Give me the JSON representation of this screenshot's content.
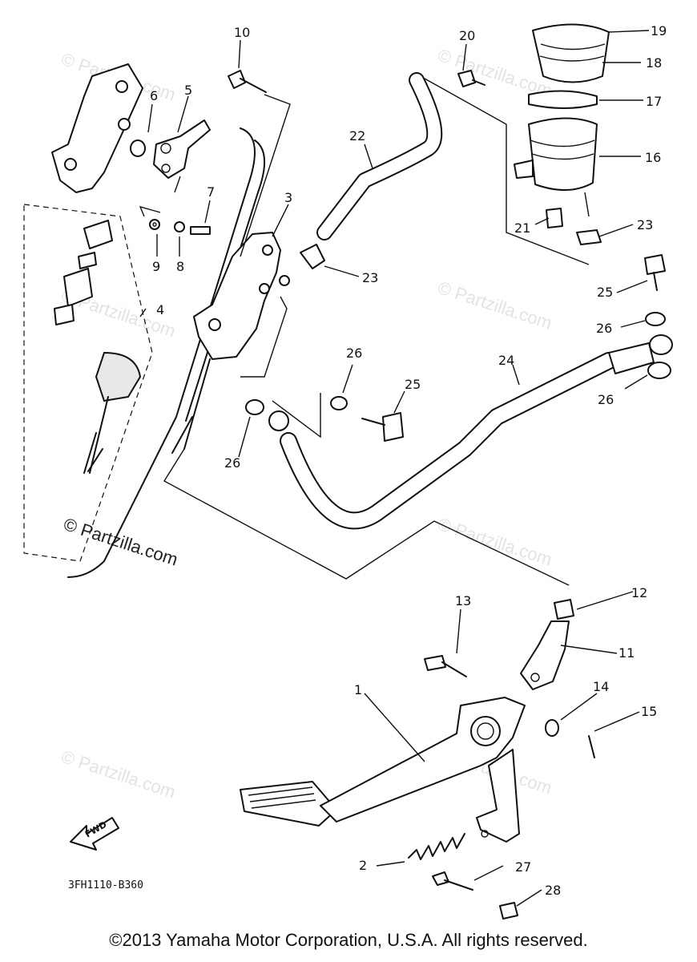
{
  "callouts": [
    "1",
    "2",
    "3",
    "4",
    "5",
    "6",
    "7",
    "8",
    "9",
    "10",
    "11",
    "12",
    "13",
    "14",
    "15",
    "16",
    "17",
    "18",
    "19",
    "20",
    "21",
    "22",
    "23",
    "23",
    "24",
    "25",
    "25",
    "26",
    "26",
    "26",
    "26",
    "27",
    "28"
  ],
  "watermark_text": "© Partzilla.com",
  "watermark_prominent": "© Partzilla.com",
  "diagram_code": "3FH1110-B360",
  "fwd_label": "FWD",
  "copyright": "©2013 Yamaha Motor Corporation, U.S.A. All rights reserved."
}
